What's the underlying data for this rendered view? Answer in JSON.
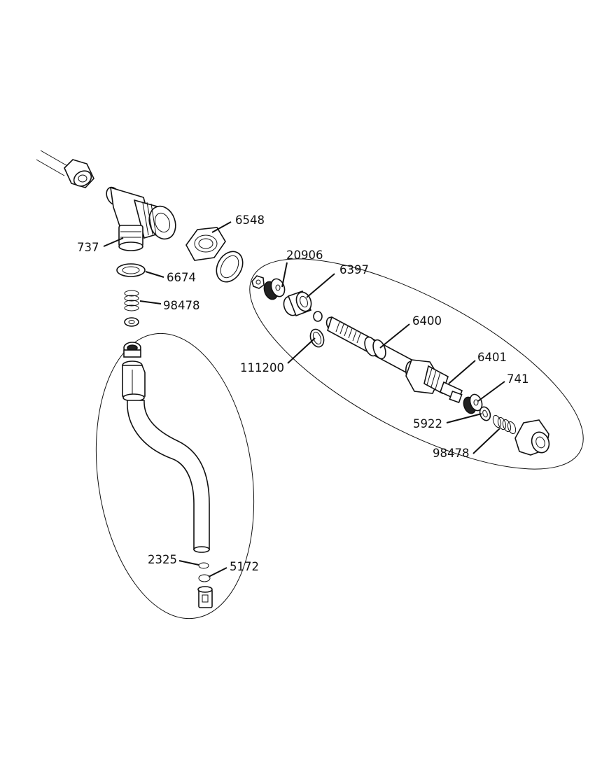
{
  "labels": {
    "p737": "737",
    "p6548": "6548",
    "p6674": "6674",
    "p98478_left": "98478",
    "p20906": "20906",
    "p6397": "6397",
    "p6400": "6400",
    "p111200": "111200",
    "p6401": "6401",
    "p741": "741",
    "p5922": "5922",
    "p98478_right": "98478",
    "p2325": "2325",
    "p5172": "5172"
  }
}
